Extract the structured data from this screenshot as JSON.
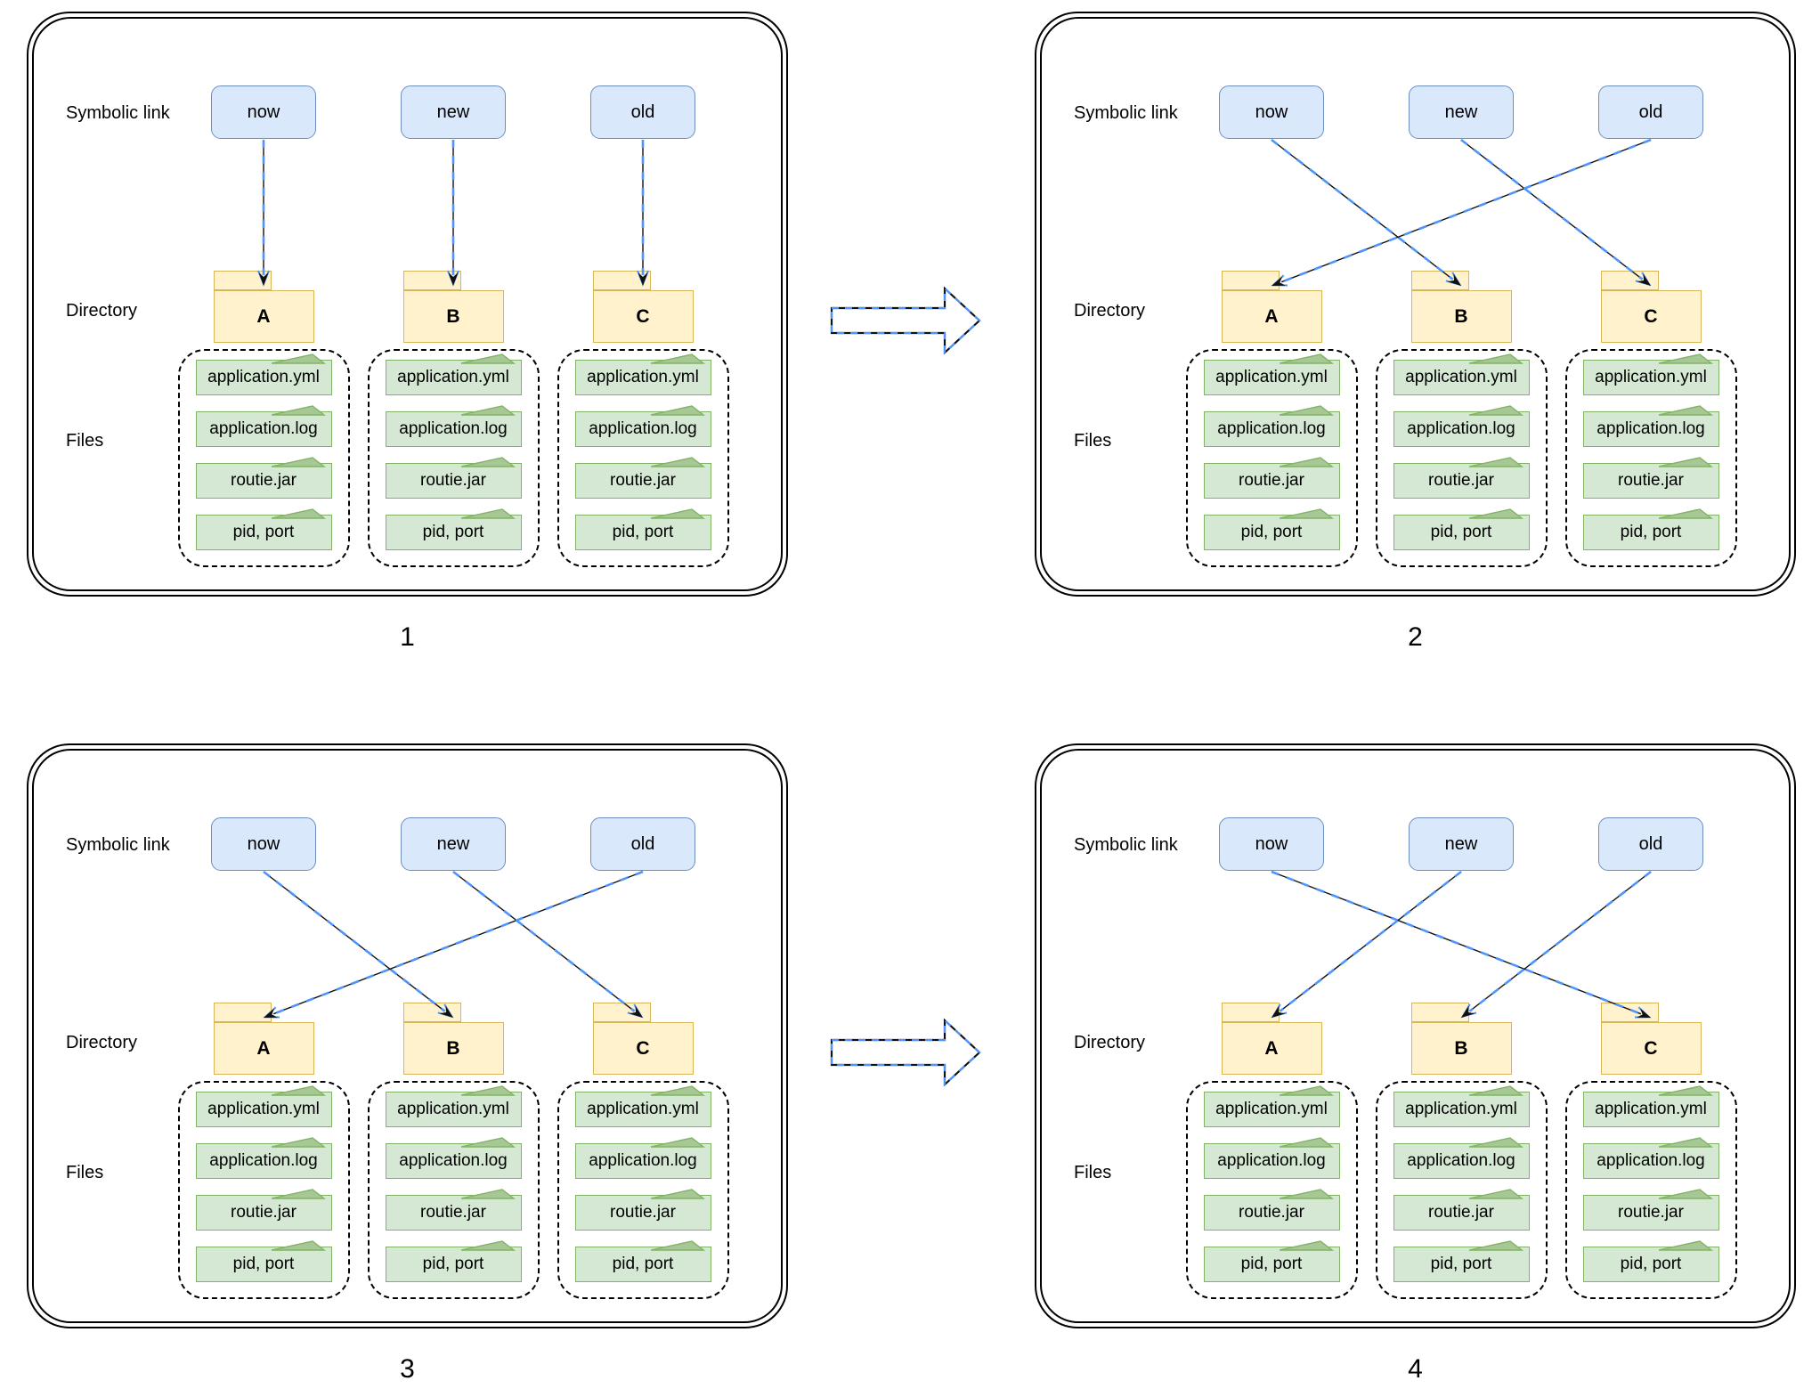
{
  "colors": {
    "link_fill": "#dae8fc",
    "link_border": "#6c8ebf",
    "dir_fill": "#fff2cc",
    "dir_border": "#d6b656",
    "file_fill": "#d5e8d4",
    "file_border": "#82b366",
    "file_fold": "#a7c795",
    "arrow_blue": "#4d94ff",
    "arrow_black": "#111111",
    "panel_border": "#000000"
  },
  "shared": {
    "row_labels": {
      "symbolic": "Symbolic link",
      "directory": "Directory",
      "files": "Files"
    },
    "links": [
      "now",
      "new",
      "old"
    ],
    "directories": [
      "A",
      "B",
      "C"
    ],
    "files": [
      "application.yml",
      "application.log",
      "routie.jar",
      "pid, port"
    ]
  },
  "panels": [
    {
      "number": "1",
      "link_targets": [
        0,
        1,
        2
      ]
    },
    {
      "number": "2",
      "link_targets": [
        1,
        2,
        0
      ]
    },
    {
      "number": "3",
      "link_targets": [
        1,
        2,
        0
      ]
    },
    {
      "number": "4",
      "link_targets": [
        2,
        0,
        1
      ]
    }
  ],
  "transition_arrows": [
    {
      "from_panel": "1",
      "to_panel": "2"
    },
    {
      "from_panel": "3",
      "to_panel": "4"
    }
  ]
}
